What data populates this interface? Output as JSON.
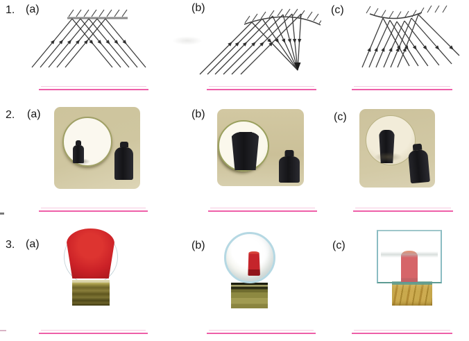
{
  "colors": {
    "ink": "#3c3c3c",
    "answer_line_pink": "#ee5fa8",
    "photo_background_tan": "#cdc39c",
    "object_red": "#c5242a",
    "glass_edge_blue": "#9ec6ca",
    "wood_yellow": "#c9a74b",
    "bottle_black": "#1e1e22"
  },
  "questions": [
    {
      "number": "1.",
      "parts": [
        {
          "label": "(a)",
          "figure": "plane-mirror-parallel-rays-ray-diagram"
        },
        {
          "label": "(b)",
          "figure": "concave-mirror-converging-rays-ray-diagram"
        },
        {
          "label": "(c)",
          "figure": "convex-mirror-diverging-rays-ray-diagram"
        }
      ]
    },
    {
      "number": "2.",
      "parts": [
        {
          "label": "(a)",
          "figure": "round-mirror-photo-reflection-smaller-than-bottle"
        },
        {
          "label": "(b)",
          "figure": "round-mirror-photo-reflection-larger-than-bottle"
        },
        {
          "label": "(c)",
          "figure": "round-mirror-photo-reflection-same-size-as-bottle"
        }
      ]
    },
    {
      "number": "3.",
      "parts": [
        {
          "label": "(a)",
          "figure": "red-object-magnified-by-round-lens-photo"
        },
        {
          "label": "(b)",
          "figure": "red-object-seen-through-glass-sphere-photo"
        },
        {
          "label": "(c)",
          "figure": "red-object-seen-through-flat-glass-block-photo"
        }
      ]
    }
  ]
}
